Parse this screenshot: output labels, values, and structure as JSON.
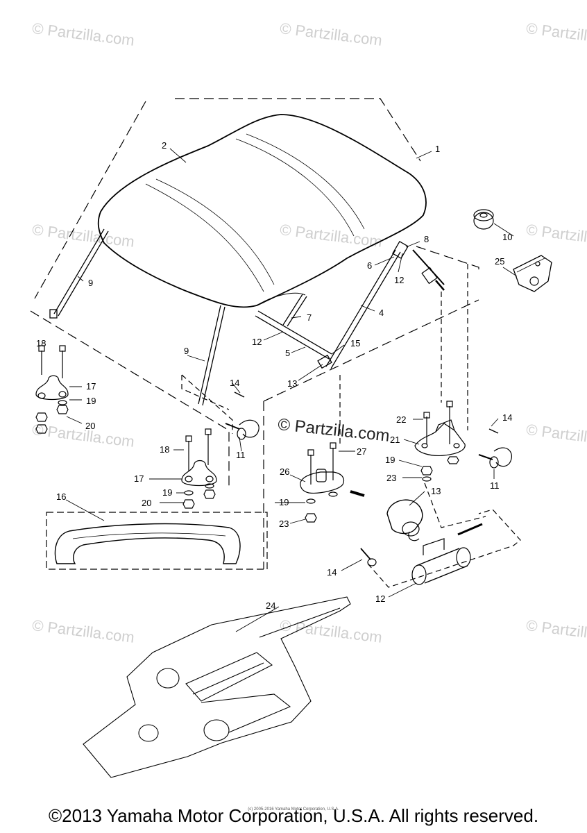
{
  "watermark_text": "© Partzilla.com",
  "center_watermark": "© Partzilla.com",
  "copyright": "©2013 Yamaha Motor Corporation, U.S.A. All rights reserved.",
  "small_copyright": "(c) 2005-2016 Yamaha Motor Corporation, U.S.A.",
  "callouts": {
    "c1": "1",
    "c2": "2",
    "c4": "4",
    "c5": "5",
    "c6": "6",
    "c7": "7",
    "c8": "8",
    "c9a": "9",
    "c9b": "9",
    "c10": "10",
    "c11a": "11",
    "c11b": "11",
    "c12a": "12",
    "c12b": "12",
    "c12c": "12",
    "c13a": "13",
    "c13b": "13",
    "c14a": "14",
    "c14b": "14",
    "c14c": "14",
    "c15": "15",
    "c16": "16",
    "c17a": "17",
    "c17b": "17",
    "c18a": "18",
    "c18b": "18",
    "c19a": "19",
    "c19b": "19",
    "c19c": "19",
    "c19d": "19",
    "c20a": "20",
    "c20b": "20",
    "c21": "21",
    "c22": "22",
    "c23a": "23",
    "c23b": "23",
    "c24": "24",
    "c25": "25",
    "c26": "26",
    "c27": "27"
  }
}
